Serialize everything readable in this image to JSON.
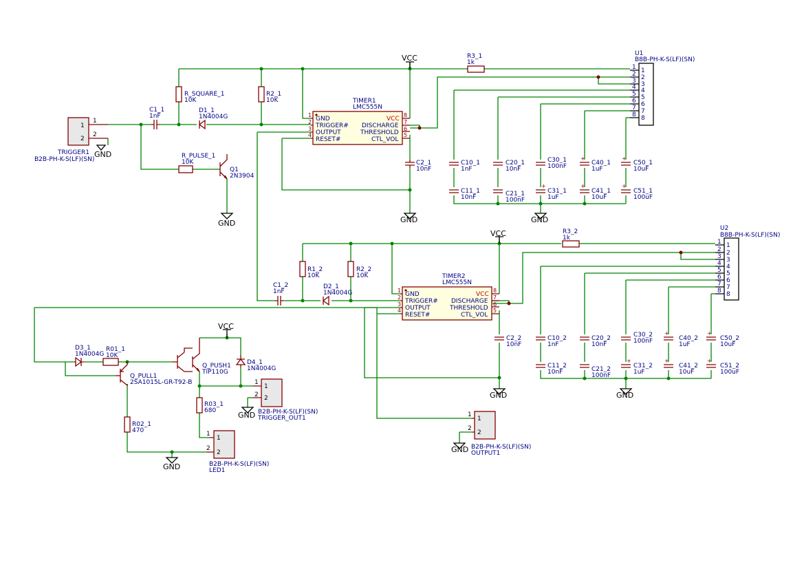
{
  "power": {
    "vcc": "VCC",
    "gnd": "GND"
  },
  "trigger1": {
    "ref": "TRIGGER1",
    "value": "B2B-PH-K-S(LF)(SN)"
  },
  "c1_1": {
    "ref": "C1_1",
    "value": "1nF"
  },
  "d1_1": {
    "ref": "D1_1",
    "value": "1N4004G"
  },
  "r_square": {
    "ref": "R_SQUARE_1",
    "value": "10K"
  },
  "r2_1": {
    "ref": "R2_1",
    "value": "10K"
  },
  "r_pulse": {
    "ref": "R_PULSE_1",
    "value": "10K"
  },
  "q1": {
    "ref": "Q1",
    "value": "2N3904"
  },
  "timer1": {
    "ref": "TIMER1",
    "value": "LMC555N"
  },
  "timer2": {
    "ref": "TIMER2",
    "value": "LMC555N"
  },
  "timer_pins": {
    "gnd": "GND",
    "trigger": "TRIGGER#",
    "output": "OUTPUT",
    "reset": "RESET#",
    "vcc": "VCC",
    "discharge": "DISCHARGE",
    "threshold": "THRESHOLD",
    "ctl": "CTL_VOL"
  },
  "c2_1": {
    "ref": "C2_1",
    "value": "10nF"
  },
  "r3_1": {
    "ref": "R3_1",
    "value": "1k"
  },
  "u1": {
    "ref": "U1",
    "value": "B8B-PH-K-S(LF)(SN)"
  },
  "u2": {
    "ref": "U2",
    "value": "B8B-PH-K-S(LF)(SN)"
  },
  "caps1": [
    {
      "ref": "C10_1",
      "value": "1nF"
    },
    {
      "ref": "C20_1",
      "value": "10nF"
    },
    {
      "ref": "C30_1",
      "value": "100nF"
    },
    {
      "ref": "C40_1",
      "value": "1uF"
    },
    {
      "ref": "C50_1",
      "value": "10uF"
    },
    {
      "ref": "C11_1",
      "value": "10nF"
    },
    {
      "ref": "C21_1",
      "value": "100nF"
    },
    {
      "ref": "C31_1",
      "value": "1uF"
    },
    {
      "ref": "C41_1",
      "value": "10uF"
    },
    {
      "ref": "C51_1",
      "value": "100uF"
    }
  ],
  "caps2": [
    {
      "ref": "C10_2",
      "value": "1nF"
    },
    {
      "ref": "C20_2",
      "value": "10nF"
    },
    {
      "ref": "C30_2",
      "value": "100nF"
    },
    {
      "ref": "C40_2",
      "value": "1uF"
    },
    {
      "ref": "C50_2",
      "value": "10uF"
    },
    {
      "ref": "C11_2",
      "value": "10nF"
    },
    {
      "ref": "C21_2",
      "value": "100nF"
    },
    {
      "ref": "C31_2",
      "value": "1uF"
    },
    {
      "ref": "C41_2",
      "value": "10uF"
    },
    {
      "ref": "C51_2",
      "value": "100uF"
    }
  ],
  "r1_2": {
    "ref": "R1_2",
    "value": "10K"
  },
  "r2_2": {
    "ref": "R2_2",
    "value": "10K"
  },
  "c1_2": {
    "ref": "C1_2",
    "value": "1nF"
  },
  "d2_1": {
    "ref": "D2_1",
    "value": "1N4004G"
  },
  "c2_2": {
    "ref": "C2_2",
    "value": "10nF"
  },
  "r3_2": {
    "ref": "R3_2",
    "value": "1k"
  },
  "d3_1": {
    "ref": "D3_1",
    "value": "1N4004G"
  },
  "r01_1": {
    "ref": "R01_1",
    "value": "10K"
  },
  "q_pull": {
    "ref": "Q_PULL1",
    "value": "2SA1015L-GR-T92-B"
  },
  "q_push": {
    "ref": "Q_PUSH1",
    "value": "TIP110G"
  },
  "d4_1": {
    "ref": "D4_1",
    "value": "1N4004G"
  },
  "r02_1": {
    "ref": "R02_1",
    "value": "470"
  },
  "r03_1": {
    "ref": "R03_1",
    "value": "680"
  },
  "trigger_out": {
    "ref": "TRIGGER_OUT1",
    "value": "B2B-PH-K-S(LF)(SN)"
  },
  "led1": {
    "ref": "LED1",
    "value": "B2B-PH-K-S(LF)(SN)"
  },
  "output1": {
    "ref": "OUTPUT1",
    "value": "B2B-PH-K-S(LF)(SN)"
  },
  "pins": {
    "p1": "1",
    "p2": "2",
    "p3": "3",
    "p4": "4",
    "p5": "5",
    "p6": "6",
    "p7": "7",
    "p8": "8"
  },
  "colors": {
    "wire": "#008400",
    "component": "#840000",
    "label": "#000084",
    "vcc_pin": "#c00000"
  }
}
